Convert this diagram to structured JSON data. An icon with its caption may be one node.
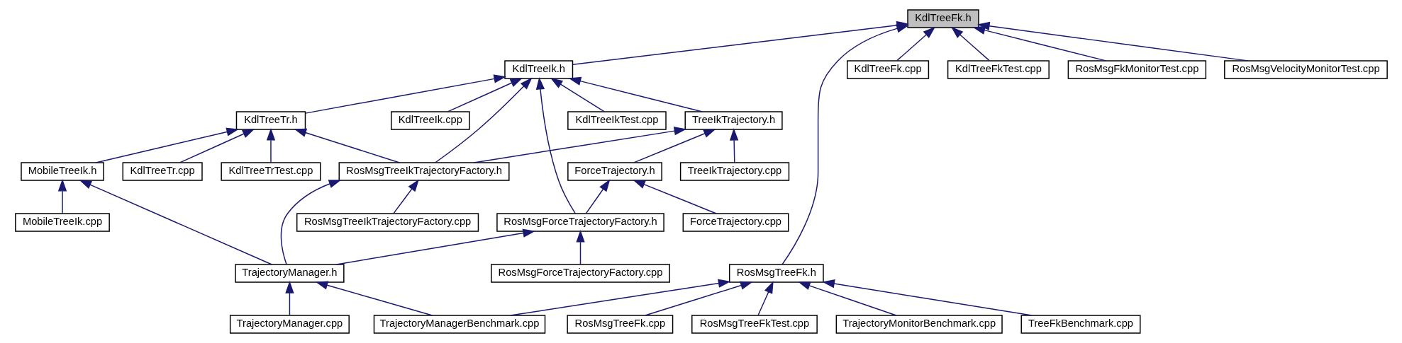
{
  "diagram": {
    "nodes": [
      {
        "text": [
          "KdlTreeFk.h"
        ]
      },
      {
        "text": [
          "KdlTreeIk.h"
        ]
      },
      {
        "text": [
          "RosMsgTreeFk.h"
        ]
      },
      {
        "text": [
          "KdlTreeFk.cpp"
        ]
      },
      {
        "text": [
          "KdlTreeFkTest.cpp"
        ]
      },
      {
        "text": [
          "RosMsgFkMonitorTest.cpp"
        ]
      },
      {
        "text": [
          "RosMsgVelocityMonitorTest.cpp"
        ]
      },
      {
        "text": [
          "KdlTreeIkTest.cpp"
        ]
      },
      {
        "text": [
          "TreeIkTrajectory.h"
        ]
      },
      {
        "text": [
          "KdlTreeTr.h"
        ]
      },
      {
        "text": [
          "KdlTreeIk.cpp"
        ]
      },
      {
        "text": [
          "RosMsgTreeFk.cpp"
        ]
      },
      {
        "text": [
          "RosMsgTreeFkTest.cpp"
        ]
      },
      {
        "text": [
          "TrajectoryMonitorBenchmark.cpp"
        ]
      },
      {
        "text": [
          "TreeFkBenchmark.cpp"
        ]
      },
      {
        "text": [
          "ForceTrajectory.h"
        ]
      },
      {
        "text": [
          "TreeIkTrajectory.cpp"
        ]
      },
      {
        "text": [
          "RosMsgTreeIkTrajectoryFactory.h"
        ]
      },
      {
        "text": [
          "KdlTreeTr.cpp"
        ]
      },
      {
        "text": [
          "KdlTreeTrTest.cpp"
        ]
      },
      {
        "text": [
          "MobileTreeIk.h"
        ]
      },
      {
        "text": [
          "RosMsgForceTrajectoryFactory.h"
        ]
      },
      {
        "text": [
          "ForceTrajectory.cpp"
        ]
      },
      {
        "text": [
          "RosMsgTreeIkTrajectoryFactory.cpp"
        ]
      },
      {
        "text": [
          "MobileTreeIk.cpp"
        ]
      },
      {
        "text": [
          "RosMsgForceTrajectoryFactory.cpp"
        ]
      },
      {
        "text": [
          "TrajectoryManager.h"
        ]
      },
      {
        "text": [
          "TrajectoryManager.cpp"
        ]
      },
      {
        "text": [
          "TrajectoryManagerBenchmark.cpp"
        ]
      }
    ],
    "edges": [
      {
        "from": 1,
        "to": 0,
        "arrow": "to"
      },
      {
        "from": 2,
        "to": 0,
        "arrow": "to"
      },
      {
        "from": 3,
        "to": 0,
        "arrow": "to"
      },
      {
        "from": 4,
        "to": 0,
        "arrow": "to"
      },
      {
        "from": 5,
        "to": 0,
        "arrow": "to"
      },
      {
        "from": 6,
        "to": 0,
        "arrow": "to"
      },
      {
        "from": 7,
        "to": 1,
        "arrow": "to"
      },
      {
        "from": 21,
        "to": 1,
        "arrow": "to"
      },
      {
        "from": 8,
        "to": 1,
        "arrow": "to"
      },
      {
        "from": 17,
        "to": 1,
        "arrow": "to"
      },
      {
        "from": 9,
        "to": 1,
        "arrow": "to"
      },
      {
        "from": 10,
        "to": 1,
        "arrow": "to"
      },
      {
        "from": 11,
        "to": 2,
        "arrow": "to"
      },
      {
        "from": 12,
        "to": 2,
        "arrow": "to"
      },
      {
        "from": 13,
        "to": 2,
        "arrow": "to"
      },
      {
        "from": 14,
        "to": 2,
        "arrow": "to"
      },
      {
        "from": 28,
        "to": 2,
        "arrow": "to"
      },
      {
        "from": 15,
        "to": 8,
        "arrow": "to"
      },
      {
        "from": 16,
        "to": 8,
        "arrow": "to"
      },
      {
        "from": 17,
        "to": 8,
        "arrow": "to"
      },
      {
        "from": 17,
        "to": 9,
        "arrow": "to"
      },
      {
        "from": 18,
        "to": 9,
        "arrow": "to"
      },
      {
        "from": 19,
        "to": 9,
        "arrow": "to"
      },
      {
        "from": 20,
        "to": 9,
        "arrow": "to"
      },
      {
        "from": 21,
        "to": 15,
        "arrow": "to"
      },
      {
        "from": 22,
        "to": 15,
        "arrow": "to"
      },
      {
        "from": 23,
        "to": 17,
        "arrow": "to"
      },
      {
        "from": 26,
        "to": 17,
        "arrow": "to"
      },
      {
        "from": 26,
        "to": 20,
        "arrow": "to"
      },
      {
        "from": 24,
        "to": 20,
        "arrow": "to"
      },
      {
        "from": 25,
        "to": 21,
        "arrow": "to"
      },
      {
        "from": 26,
        "to": 21,
        "arrow": "to"
      },
      {
        "from": 27,
        "to": 26,
        "arrow": "to"
      },
      {
        "from": 28,
        "to": 26,
        "arrow": "to"
      }
    ]
  }
}
